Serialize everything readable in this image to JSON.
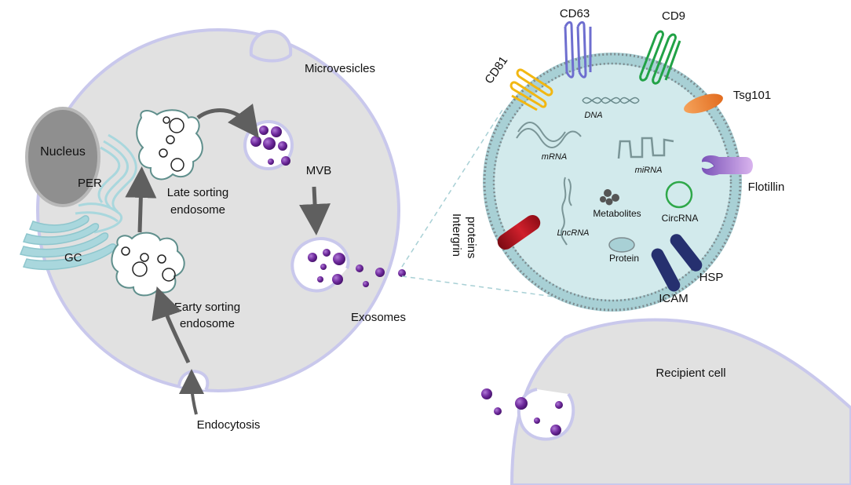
{
  "labels": {
    "nucleus": "Nucleus",
    "per": "PER",
    "gc": "GC",
    "late_sorting_1": "Late sorting",
    "late_sorting_2": "endosome",
    "early_sorting_1": "Earty sorting",
    "early_sorting_2": "endosome",
    "mvb": "MVB",
    "microvesicles": "Microvesicles",
    "exosomes": "Exosomes",
    "endocytosis": "Endocytosis",
    "recipient_cell": "Recipient cell",
    "intergrin_1": "Intergrin",
    "intergrin_2": "proteins",
    "cd81": "CD81",
    "cd63": "CD63",
    "cd9": "CD9",
    "tsg101": "Tsg101",
    "flotillin": "Flotillin",
    "hsp": "HSP",
    "icam": "ICAM",
    "dna": "DNA",
    "mrna": "mRNA",
    "mirna": "miRNA",
    "lncrna": "LncRNA",
    "metabolites": "Metabolites",
    "circrna": "CircRNA",
    "protein": "Protein"
  },
  "colors": {
    "cell_fill": "#e1e1e1",
    "cell_membrane": "#c9c8ec",
    "nucleus_fill": "#8f8f8f",
    "organelle": "#a9d7dd",
    "endosome_stroke": "#5f8f8c",
    "exosome_fill": "#d2eaec",
    "exosome_membrane": "#a8d0d5",
    "vesicle_purple": "#6f2a9d",
    "arrow": "#5f5f5f",
    "cd81": "#f2b712",
    "cd63": "#6e6ecf",
    "cd9": "#21a246",
    "tsg101": "#f08a3a",
    "flotillin": "#b78ad8",
    "integrin": "#b0101c",
    "hsp": "#26306f",
    "icam": "#26306f",
    "circrna": "#2fa84a"
  }
}
